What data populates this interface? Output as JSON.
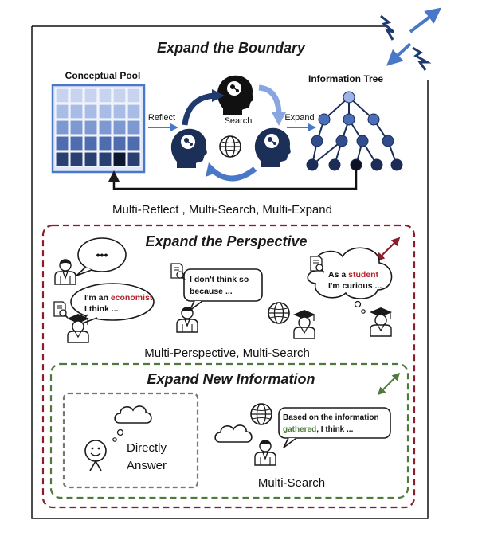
{
  "boundary": {
    "title": "Expand the Boundary",
    "conceptual_pool_label": "Conceptual Pool",
    "information_tree_label": "Information Tree",
    "reflect_label": "Reflect",
    "search_label": "Search",
    "expand_label": "Expand",
    "caption": "Multi-Reflect , Multi-Search, Multi-Expand"
  },
  "perspective": {
    "title": "Expand the Perspective",
    "bubble_dots": "•••",
    "economist_line1_prefix": "I'm an ",
    "economist_line1_role": "economist",
    "economist_line2": "I think ...",
    "disagree_line1": "I don't think so",
    "disagree_line2": "because ...",
    "student_line1_prefix": "As a ",
    "student_line1_role": "student",
    "student_line2": "I'm curious ...",
    "caption": "Multi-Perspective, Multi-Search"
  },
  "new_info": {
    "title": "Expand New Information",
    "direct_line1": "Directly",
    "direct_line2": "Answer",
    "based_line1": "Based on the information",
    "based_line2_accent": "gathered",
    "based_line2_rest": ", I think ...",
    "caption": "Multi-Search"
  },
  "colors": {
    "blue_accent": "#4a78c8",
    "navy": "#1f3a6e",
    "red_dash": "#8b1e2a",
    "green_dash": "#4f7a3c",
    "gray_dash": "#777777",
    "economist_red": "#b5232e",
    "gathered_green": "#4e7b3a"
  },
  "icons": [
    "expand-arrows-icon",
    "globe-icon",
    "head-gear-icon",
    "person-icon",
    "graduate-icon",
    "smiley-icon",
    "thought-bubble-icon"
  ]
}
